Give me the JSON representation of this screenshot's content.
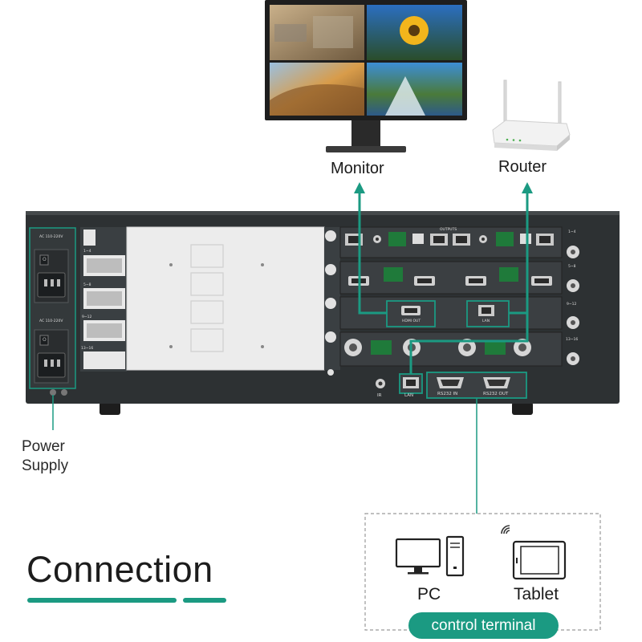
{
  "labels": {
    "monitor": "Monitor",
    "router": "Router",
    "power_supply_line1": "Power",
    "power_supply_line2": "Supply",
    "pc": "PC",
    "tablet": "Tablet",
    "control_terminal": "control terminal",
    "connection": "Connection"
  },
  "device": {
    "ac_top": "AC 110-220V",
    "ac_bottom": "AC 110-220V",
    "outputs": "OUTPUTS",
    "hdmi_out": "HDMI OUT",
    "lan_small": "LAN",
    "ir": "IR",
    "lan": "LAN",
    "rs232_in": "RS232 IN",
    "rs232_out": "RS232 OUT",
    "ch_1_4": "1~4",
    "ch_5_8": "5~8",
    "ch_9_12": "9~12",
    "ch_13_16": "13~16",
    "power_on_mark": "I",
    "power_off_mark": "O"
  },
  "colors": {
    "teal": "#1b9a82",
    "chassis": "#2d3133",
    "panel": "#3a3f42",
    "bay": "#ececec"
  },
  "icons": [
    "monitor-icon",
    "router-icon",
    "pc-monitor-icon",
    "pc-tower-icon",
    "tablet-icon",
    "wifi-icon"
  ]
}
